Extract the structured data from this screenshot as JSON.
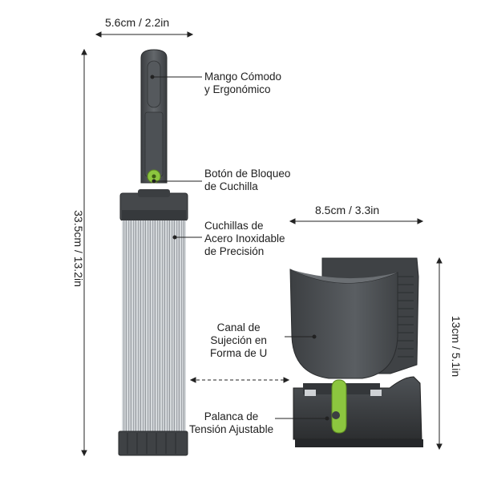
{
  "dimensions": {
    "width_top": "5.6cm / 2.2in",
    "height_left": "33.5cm / 13.2in",
    "width_holder": "8.5cm / 3.3in",
    "height_holder": "13cm / 5.1in"
  },
  "callouts": {
    "handle": [
      "Mango Cómodo",
      "y Ergonómico"
    ],
    "lock_button": [
      "Botón de Bloqueo",
      "de Cuchilla"
    ],
    "blades": [
      "Cuchillas de",
      "Acero Inoxidable",
      "de Precisión"
    ],
    "channel": [
      "Canal de",
      "Sujeción en",
      "Forma de U"
    ],
    "lever": [
      "Palanca de",
      "Tensión Ajustable"
    ]
  },
  "colors": {
    "body_dark": "#4a4d50",
    "body_mid": "#5c6064",
    "accent_green": "#8cc63f",
    "steel": "#b9bdc1"
  }
}
